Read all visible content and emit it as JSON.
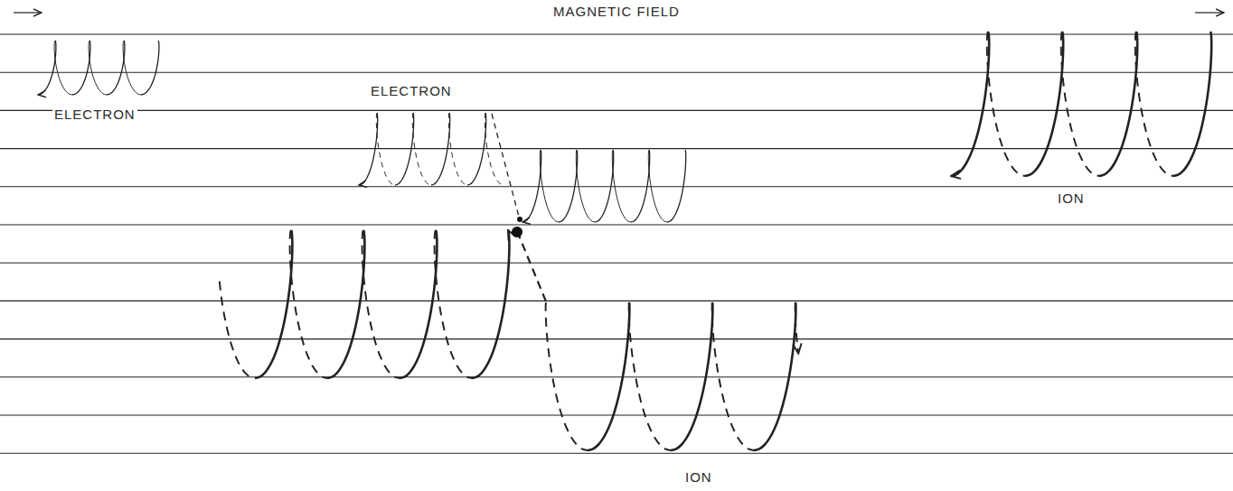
{
  "diagram": {
    "labels": [
      "MAGNETIC FIELD",
      "ELECTRON",
      "ELECTRON",
      "ION",
      "ION"
    ]
  }
}
